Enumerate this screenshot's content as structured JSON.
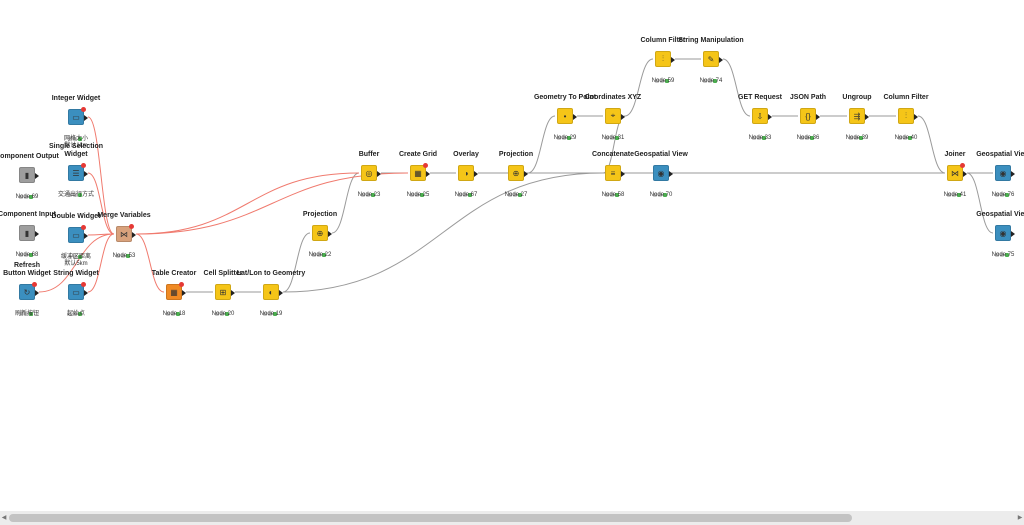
{
  "workflow": {
    "nodes": [
      {
        "id": "n-integer-widget",
        "title": "Integer Widget",
        "label": "网格大小\n默认1km",
        "icon": "integer-widget-icon",
        "color": "#3b8fbf"
      },
      {
        "id": "n-single-selection-widget",
        "title": "Single Selection\nWidget",
        "label": "交通出行方式",
        "icon": "single-selection-widget-icon",
        "color": "#3b8fbf"
      },
      {
        "id": "n-component-output",
        "title": "Component Output",
        "label": "Node 69",
        "icon": "component-output-icon",
        "color": "#9e9e9e"
      },
      {
        "id": "n-component-input",
        "title": "Component Input",
        "label": "Node 68",
        "icon": "component-input-icon",
        "color": "#9e9e9e"
      },
      {
        "id": "n-double-widget",
        "title": "Double Widget",
        "label": "缓冲区距离\n默认5km",
        "icon": "double-widget-icon",
        "color": "#3b8fbf"
      },
      {
        "id": "n-refresh-button-widget",
        "title": "Refresh\nButton Widget",
        "label": "刷新按钮",
        "icon": "refresh-button-icon",
        "color": "#3b8fbf"
      },
      {
        "id": "n-string-widget",
        "title": "String Widget",
        "label": "起始点",
        "icon": "string-widget-icon",
        "color": "#3b8fbf"
      },
      {
        "id": "n-merge-variables",
        "title": "Merge Variables",
        "label": "Node 53",
        "icon": "merge-variables-icon",
        "color": "#d9a27c"
      },
      {
        "id": "n-table-creator",
        "title": "Table Creator",
        "label": "Node 18",
        "icon": "table-creator-icon",
        "color": "#f08a24"
      },
      {
        "id": "n-cell-splitter",
        "title": "Cell Splitter",
        "label": "Node 20",
        "icon": "cell-splitter-icon",
        "color": "#f5c518"
      },
      {
        "id": "n-latlon-to-geometry",
        "title": "Lat/Lon to Geometry",
        "label": "Node 19",
        "icon": "latlon-geometry-icon",
        "color": "#f5c518"
      },
      {
        "id": "n-projection-22",
        "title": "Projection",
        "label": "Node 22",
        "icon": "projection-icon",
        "color": "#f5c518"
      },
      {
        "id": "n-buffer",
        "title": "Buffer",
        "label": "Node 23",
        "icon": "buffer-icon",
        "color": "#f5c518"
      },
      {
        "id": "n-create-grid",
        "title": "Create Grid",
        "label": "Node 25",
        "icon": "create-grid-icon",
        "color": "#f5c518"
      },
      {
        "id": "n-overlay",
        "title": "Overlay",
        "label": "Node 67",
        "icon": "overlay-icon",
        "color": "#f5c518"
      },
      {
        "id": "n-projection-27",
        "title": "Projection",
        "label": "Node 27",
        "icon": "projection-icon",
        "color": "#f5c518"
      },
      {
        "id": "n-geometry-to-point",
        "title": "Geometry To Point",
        "label": "Node 29",
        "icon": "geometry-to-point-icon",
        "color": "#f5c518"
      },
      {
        "id": "n-coordinates-xyz",
        "title": "Coordinates XYZ",
        "label": "Node 31",
        "icon": "coordinates-xyz-icon",
        "color": "#f5c518"
      },
      {
        "id": "n-column-filter-59",
        "title": "Column Filter",
        "label": "Node 59",
        "icon": "column-filter-icon",
        "color": "#f5c518"
      },
      {
        "id": "n-string-manipulation",
        "title": "String Manipulation",
        "label": "Node 74",
        "icon": "string-manipulation-icon",
        "color": "#f5c518"
      },
      {
        "id": "n-concatenate",
        "title": "Concatenate",
        "label": "Node 58",
        "icon": "concatenate-icon",
        "color": "#f5c518"
      },
      {
        "id": "n-geospatial-view-70",
        "title": "Geospatial View",
        "label": "Node 70",
        "icon": "geospatial-view-icon",
        "color": "#3b8fbf"
      },
      {
        "id": "n-get-request",
        "title": "GET Request",
        "label": "Node 33",
        "icon": "get-request-icon",
        "color": "#f5c518"
      },
      {
        "id": "n-json-path",
        "title": "JSON Path",
        "label": "Node 36",
        "icon": "json-path-icon",
        "color": "#f5c518"
      },
      {
        "id": "n-ungroup",
        "title": "Ungroup",
        "label": "Node 39",
        "icon": "ungroup-icon",
        "color": "#f5c518"
      },
      {
        "id": "n-column-filter-40",
        "title": "Column Filter",
        "label": "Node 40",
        "icon": "column-filter-icon",
        "color": "#f5c518"
      },
      {
        "id": "n-joiner",
        "title": "Joiner",
        "label": "Node 41",
        "icon": "joiner-icon",
        "color": "#f5c518"
      },
      {
        "id": "n-geospatial-view-76",
        "title": "Geospatial View",
        "label": "Node 76",
        "icon": "geospatial-view-icon",
        "color": "#3b8fbf"
      },
      {
        "id": "n-geospatial-view-75",
        "title": "Geospatial View",
        "label": "Node 75",
        "icon": "geospatial-view-icon",
        "color": "#3b8fbf"
      }
    ]
  },
  "colors": {
    "flow_variable_wire": "#f07a6e",
    "data_wire": "#9a9a9a",
    "flow_port": "#e53935",
    "led_green": "#4caf50",
    "led_grey": "#c8c8c8"
  }
}
